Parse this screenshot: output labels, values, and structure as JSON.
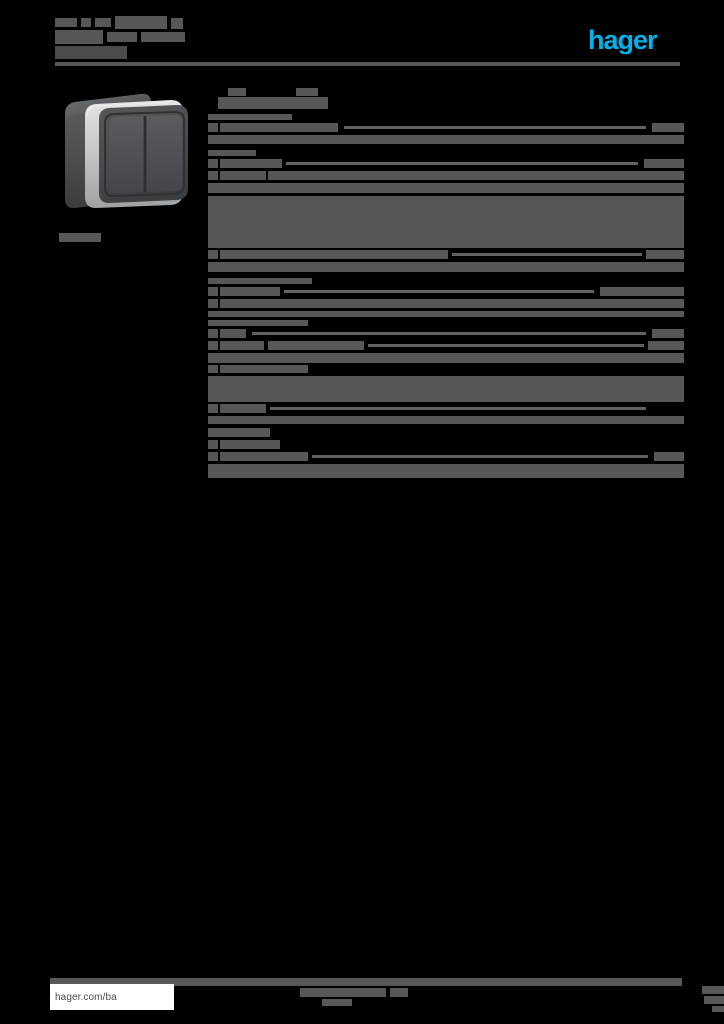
{
  "document": {
    "background_color": "#000000",
    "redaction_color": "#575757",
    "brand_color": "#00b1ea"
  },
  "header": {
    "title_redacted": "",
    "logo": {
      "name": "hager-logo",
      "text": "hager",
      "color": "#00b1ea"
    },
    "rule": ""
  },
  "product": {
    "caption_redacted": "",
    "image_alt": "surface-mount double rocker wall switch, dark grey body with light grey frame",
    "colors": {
      "body_dark": "#4a4d50",
      "body_darker": "#3c3f42",
      "frame_light": "#c9ccce",
      "frame_shadow": "#9a9ea1",
      "rocker": "#4b4e51",
      "rocker_edge": "#2e3134"
    }
  },
  "spec": {
    "section_heading_redacted": "",
    "groups": [
      {
        "label_redacted": "",
        "rows": [
          {
            "label_redacted": "",
            "value_redacted": "",
            "dots": true
          },
          {
            "label_redacted": "",
            "value_redacted": "",
            "dots": true
          }
        ]
      },
      {
        "label_redacted": "",
        "rows": [
          {
            "label_redacted": "",
            "value_redacted": "",
            "dots": true
          },
          {
            "label_redacted": "",
            "value_redacted": "",
            "dots": false
          },
          {
            "label_redacted": "",
            "value_redacted": "",
            "dots": false
          },
          {
            "label_redacted": "",
            "value_redacted": "",
            "dots": true
          }
        ]
      },
      {
        "label_redacted": "",
        "rows": [
          {
            "label_redacted": "",
            "value_redacted": "",
            "dots": true
          },
          {
            "label_redacted": "",
            "value_redacted": "",
            "dots": true
          },
          {
            "label_redacted": "",
            "value_redacted": "",
            "dots": true
          },
          {
            "label_redacted": "",
            "value_redacted": "",
            "dots": false
          }
        ]
      },
      {
        "label_redacted": "",
        "rows": [
          {
            "label_redacted": "",
            "value_redacted": "",
            "dots": false
          },
          {
            "label_redacted": "",
            "value_redacted": "",
            "dots": true
          },
          {
            "label_redacted": "",
            "value_redacted": "",
            "dots": true
          },
          {
            "label_redacted": "",
            "value_redacted": "",
            "dots": false
          }
        ]
      },
      {
        "label_redacted": "",
        "rows": [
          {
            "label_redacted": "",
            "value_redacted": "",
            "dots": false
          },
          {
            "label_redacted": "",
            "value_redacted": "",
            "dots": true
          }
        ]
      }
    ]
  },
  "footer": {
    "url": "hager.com/ba",
    "center_redacted": "",
    "right_redacted": ""
  }
}
